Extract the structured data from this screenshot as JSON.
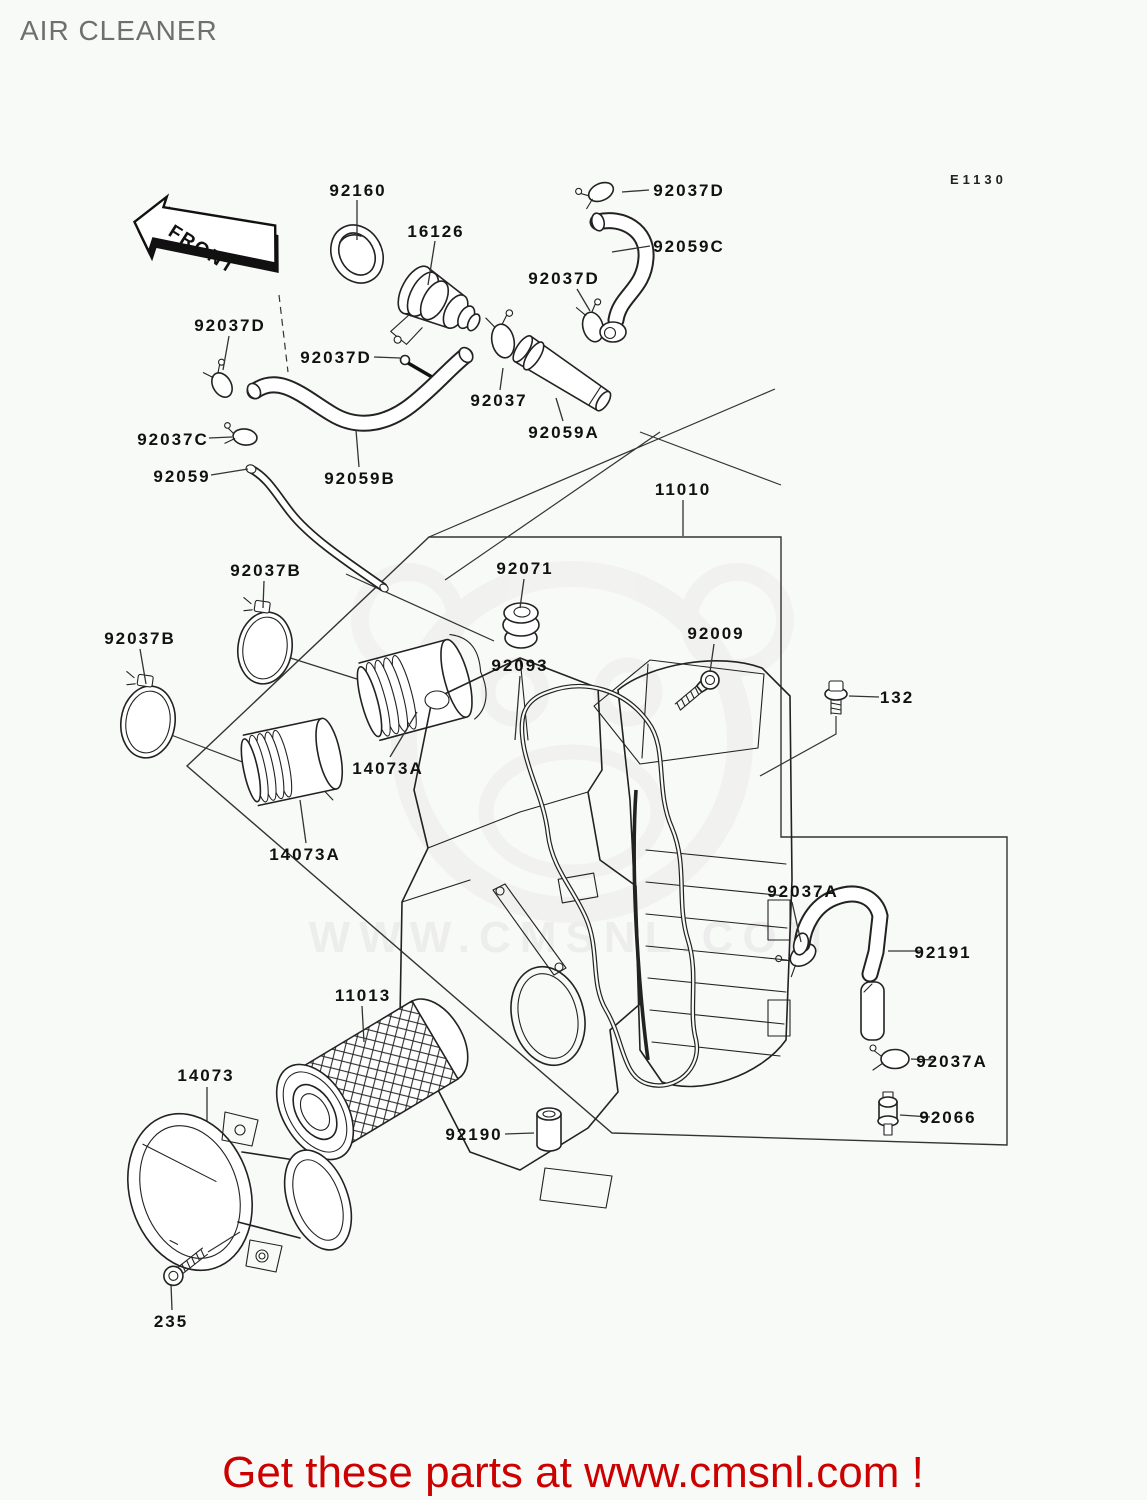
{
  "page": {
    "title": "AIR CLEANER",
    "diagram_code": "E1130",
    "front_label": "FRONT",
    "background": "#f8faf7",
    "line_color": "#222222"
  },
  "watermark": {
    "url_text": "WWW.CMSNL.COM",
    "color": "#e4e4e4"
  },
  "banner": {
    "text": "Get these parts at www.cmsnl.com !",
    "color": "#cc0000"
  },
  "labels": [
    {
      "id": "92160",
      "text": "92160"
    },
    {
      "id": "16126",
      "text": "16126"
    },
    {
      "id": "92037D-top-right",
      "text": "92037D"
    },
    {
      "id": "92059C",
      "text": "92059C"
    },
    {
      "id": "92037D-center",
      "text": "92037D"
    },
    {
      "id": "92037D-left",
      "text": "92037D"
    },
    {
      "id": "92037D-mid",
      "text": "92037D"
    },
    {
      "id": "92037",
      "text": "92037"
    },
    {
      "id": "92059A",
      "text": "92059A"
    },
    {
      "id": "92037C",
      "text": "92037C"
    },
    {
      "id": "92059",
      "text": "92059"
    },
    {
      "id": "92059B",
      "text": "92059B"
    },
    {
      "id": "11010",
      "text": "11010"
    },
    {
      "id": "92037B-upper",
      "text": "92037B"
    },
    {
      "id": "92037B-lower",
      "text": "92037B"
    },
    {
      "id": "92071",
      "text": "92071"
    },
    {
      "id": "92009",
      "text": "92009"
    },
    {
      "id": "92093",
      "text": "92093"
    },
    {
      "id": "132",
      "text": "132"
    },
    {
      "id": "14073A-right",
      "text": "14073A"
    },
    {
      "id": "14073A-left",
      "text": "14073A"
    },
    {
      "id": "92037A-upper",
      "text": "92037A"
    },
    {
      "id": "92191",
      "text": "92191"
    },
    {
      "id": "92037A-lower",
      "text": "92037A"
    },
    {
      "id": "92066",
      "text": "92066"
    },
    {
      "id": "11013",
      "text": "11013"
    },
    {
      "id": "14073",
      "text": "14073"
    },
    {
      "id": "92190",
      "text": "92190"
    },
    {
      "id": "235",
      "text": "235"
    }
  ]
}
